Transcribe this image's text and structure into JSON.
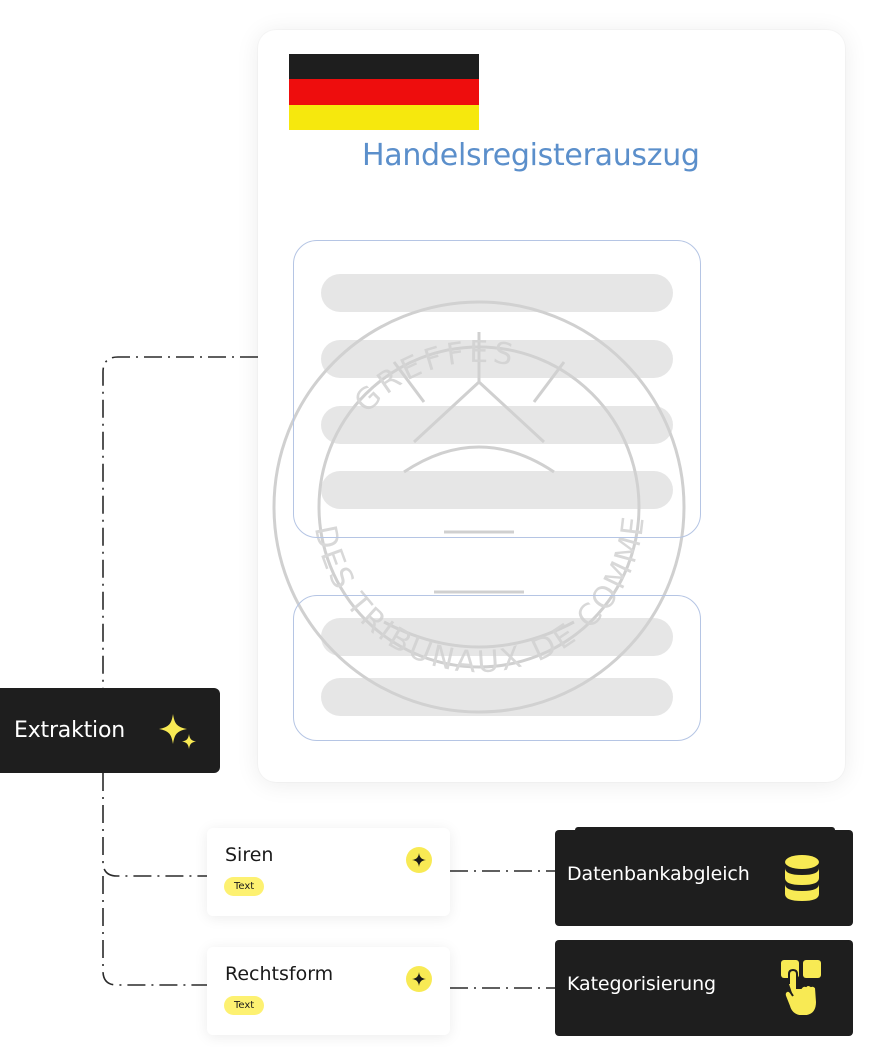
{
  "document": {
    "title": "Handelsregisterauszug",
    "flag_colors": [
      "#1e1e1e",
      "#ee0d0d",
      "#f6e80d"
    ],
    "seal_text_top": "GREFFES",
    "seal_text_bottom": "DES TRIBUNAUX DE COMMERCE"
  },
  "extraction_button": {
    "label": "Extraktion",
    "icon": "sparkle-icon"
  },
  "fields": [
    {
      "name": "Siren",
      "type_badge": "Text",
      "icon": "sparkle-icon"
    },
    {
      "name": "Rechtsform",
      "type_badge": "Text",
      "icon": "sparkle-icon"
    }
  ],
  "actions": [
    {
      "label": "Datenbankabgleich",
      "icon": "database-icon"
    },
    {
      "label": "Kategorisierung",
      "icon": "hand-tap-icon"
    }
  ],
  "colors": {
    "accent_yellow": "#f8ea54",
    "title_blue": "#5b8fcb",
    "dark": "#1e1e1e",
    "box_outline": "#b5c5e4"
  }
}
